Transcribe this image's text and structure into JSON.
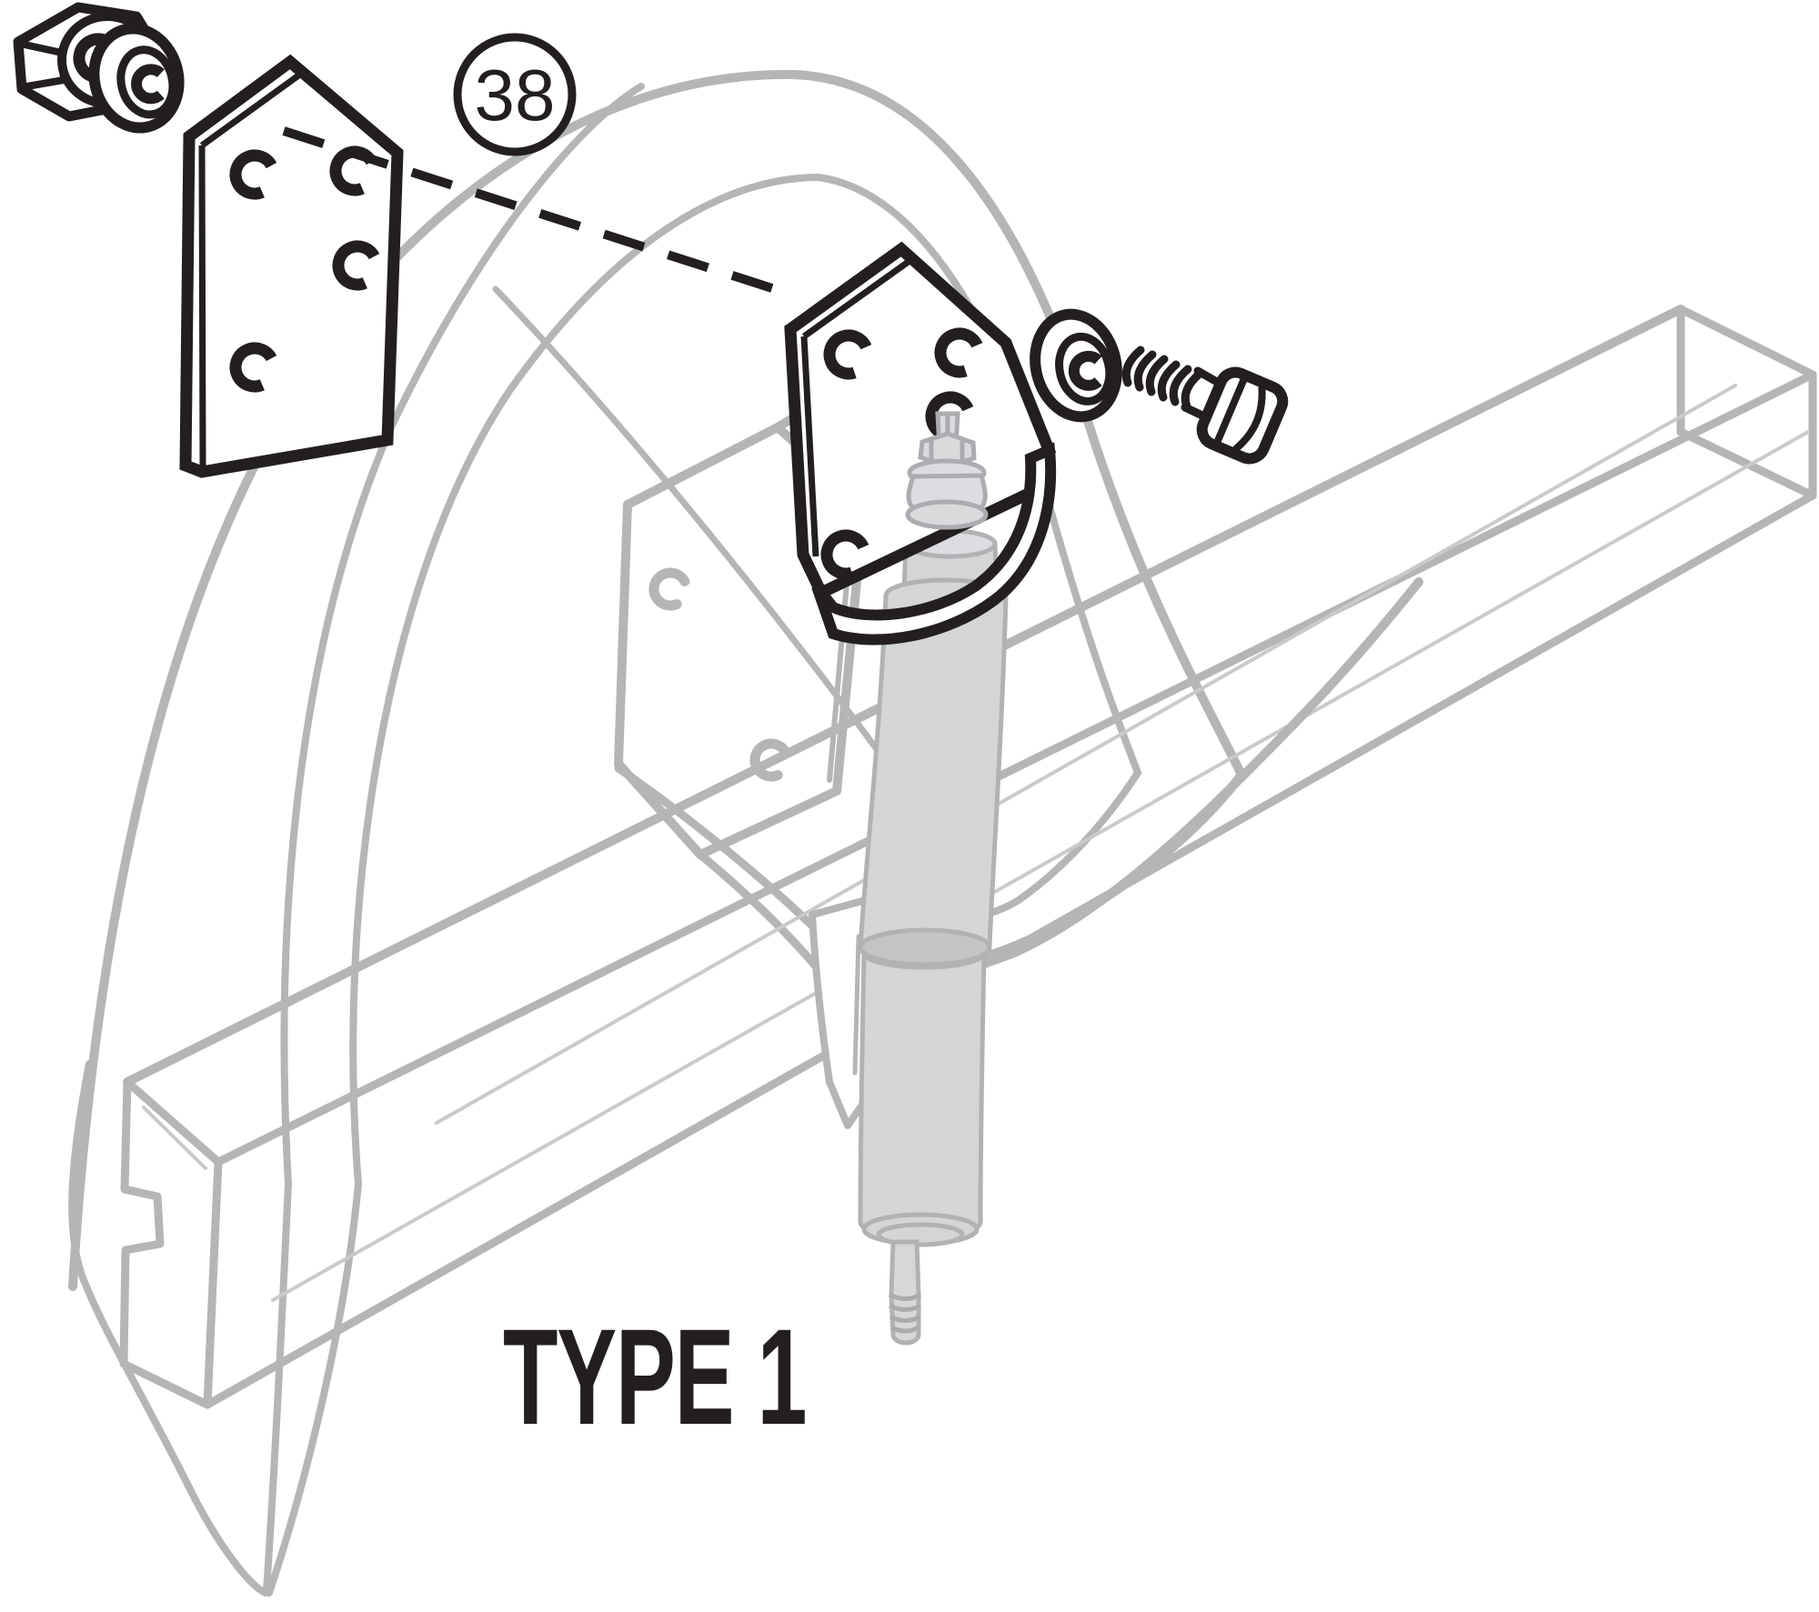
{
  "diagram": {
    "callout": {
      "number": "38"
    },
    "caption": {
      "text": "TYPE 1"
    },
    "colors": {
      "part_outline": "#231f20",
      "background_line": "#b3b5b7",
      "shock_body_fill": "#d3d5d7",
      "shock_shadow_fill": "#c2c4c6",
      "bushing_fill": "#dcdde0",
      "paper": "#ffffff"
    },
    "parts": [
      "lock-nut",
      "flat-washer-left",
      "upper-mount-plate",
      "callout-bubble",
      "upper-shock-bracket",
      "flat-washer-right",
      "mounting-bolt",
      "shock-absorber",
      "frame-rail",
      "wheel-arch",
      "leaf-spring-shackle"
    ]
  }
}
